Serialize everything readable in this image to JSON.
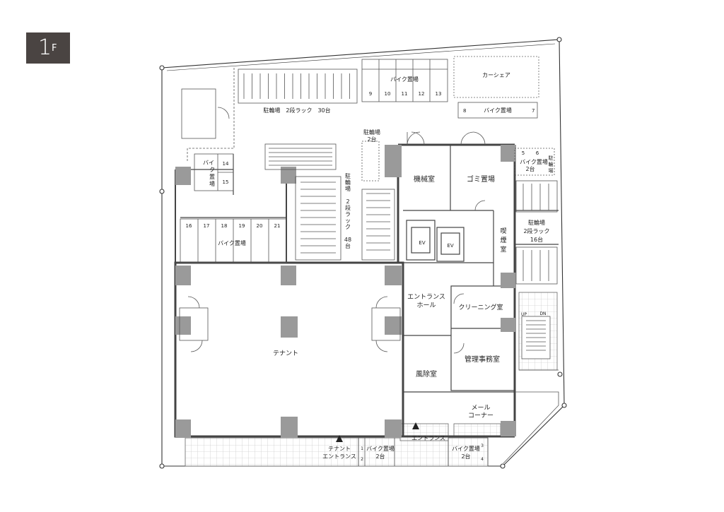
{
  "floor": {
    "number": "1",
    "unit": "F"
  },
  "labels": {
    "bike_parking_top": "バイク置場",
    "bike_numbers_top": [
      "9",
      "10",
      "11",
      "12",
      "13"
    ],
    "car_share": "カーシェア",
    "bike_parking_8_7": "バイク置場",
    "bike_no_8": "8",
    "bike_no_7": "7",
    "bicycle_rack_30": "駐輪場　2段ラック　30台",
    "bicycle_2": "駐輪場",
    "bicycle_2_count": "2台",
    "bicycle_rack_48": [
      "駐",
      "輪",
      "場",
      "",
      "2",
      "段",
      "ラ",
      "ッ",
      "ク",
      "",
      "48",
      "台"
    ],
    "bike_14_15_a": "バイ",
    "bike_14_15_b": "ク",
    "bike_14_15_c": "置",
    "bike_14_15_d": "場",
    "bike_no_14": "14",
    "bike_no_15": "15",
    "bike_numbers_left": [
      "16",
      "17",
      "18",
      "19",
      "20",
      "21"
    ],
    "bike_parking_left": "バイク置場",
    "machine_room": "機械室",
    "garbage": "ゴミ置場",
    "bike_5_6_nums": [
      "5",
      "6"
    ],
    "bike_5_6_label": "バイク置場",
    "bike_5_6_count": "2台",
    "bicycle_right_side": [
      "駐",
      "輪",
      "場"
    ],
    "bicycle_rack_16_a": "駐輪場",
    "bicycle_rack_16_b": "2段ラック",
    "bicycle_rack_16_c": "16台",
    "ev": "EV",
    "smoking": [
      "喫",
      "煙",
      "室"
    ],
    "entrance_hall_a": "エントランス",
    "entrance_hall_b": "ホール",
    "cleaning": "クリーニング室",
    "up": "UP",
    "dn": "DN",
    "tenant": "テナント",
    "management": "管理事務室",
    "windbreak": "風除室",
    "mail_a": "メール",
    "mail_b": "コーナー",
    "entrance": "エントランス",
    "tenant_entrance_a": "テナント",
    "tenant_entrance_b": "エントランス",
    "bike_bottom_mid_a": "バイク置場",
    "bike_bottom_mid_b": "2台",
    "bike_bottom_mid_nums": [
      "1",
      "2"
    ],
    "bike_bottom_right_a": "バイク置場",
    "bike_bottom_right_b": "2台",
    "bike_bottom_right_nums": [
      "3",
      "4"
    ]
  }
}
